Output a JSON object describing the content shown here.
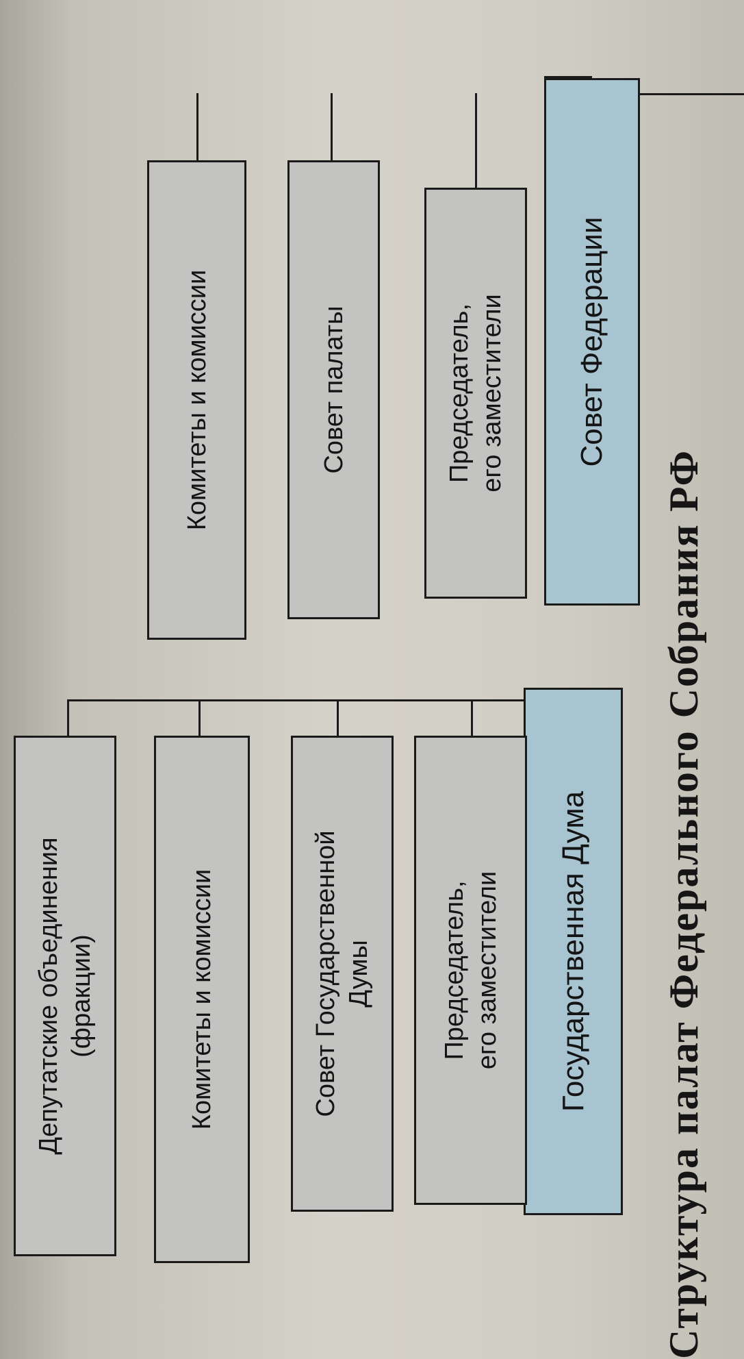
{
  "title": "Структура палат Федерального Собрания РФ",
  "colors": {
    "head_fill": "#a8c4d1",
    "sub_fill": "#c3c4c2",
    "border": "#1a1a1a"
  },
  "chambers": [
    {
      "name": "Совет Федерации",
      "subunits": [
        {
          "lines": [
            "Председатель,",
            "его заместители"
          ]
        },
        {
          "lines": [
            "Совет палаты"
          ]
        },
        {
          "lines": [
            "Комитеты и комиссии"
          ]
        }
      ]
    },
    {
      "name": "Государственная Дума",
      "subunits": [
        {
          "lines": [
            "Председатель,",
            "его заместители"
          ]
        },
        {
          "lines": [
            "Совет Государственной",
            "Думы"
          ]
        },
        {
          "lines": [
            "Комитеты и комиссии"
          ]
        },
        {
          "lines": [
            "Депутатские объединения",
            "(фракции)"
          ]
        }
      ]
    }
  ]
}
